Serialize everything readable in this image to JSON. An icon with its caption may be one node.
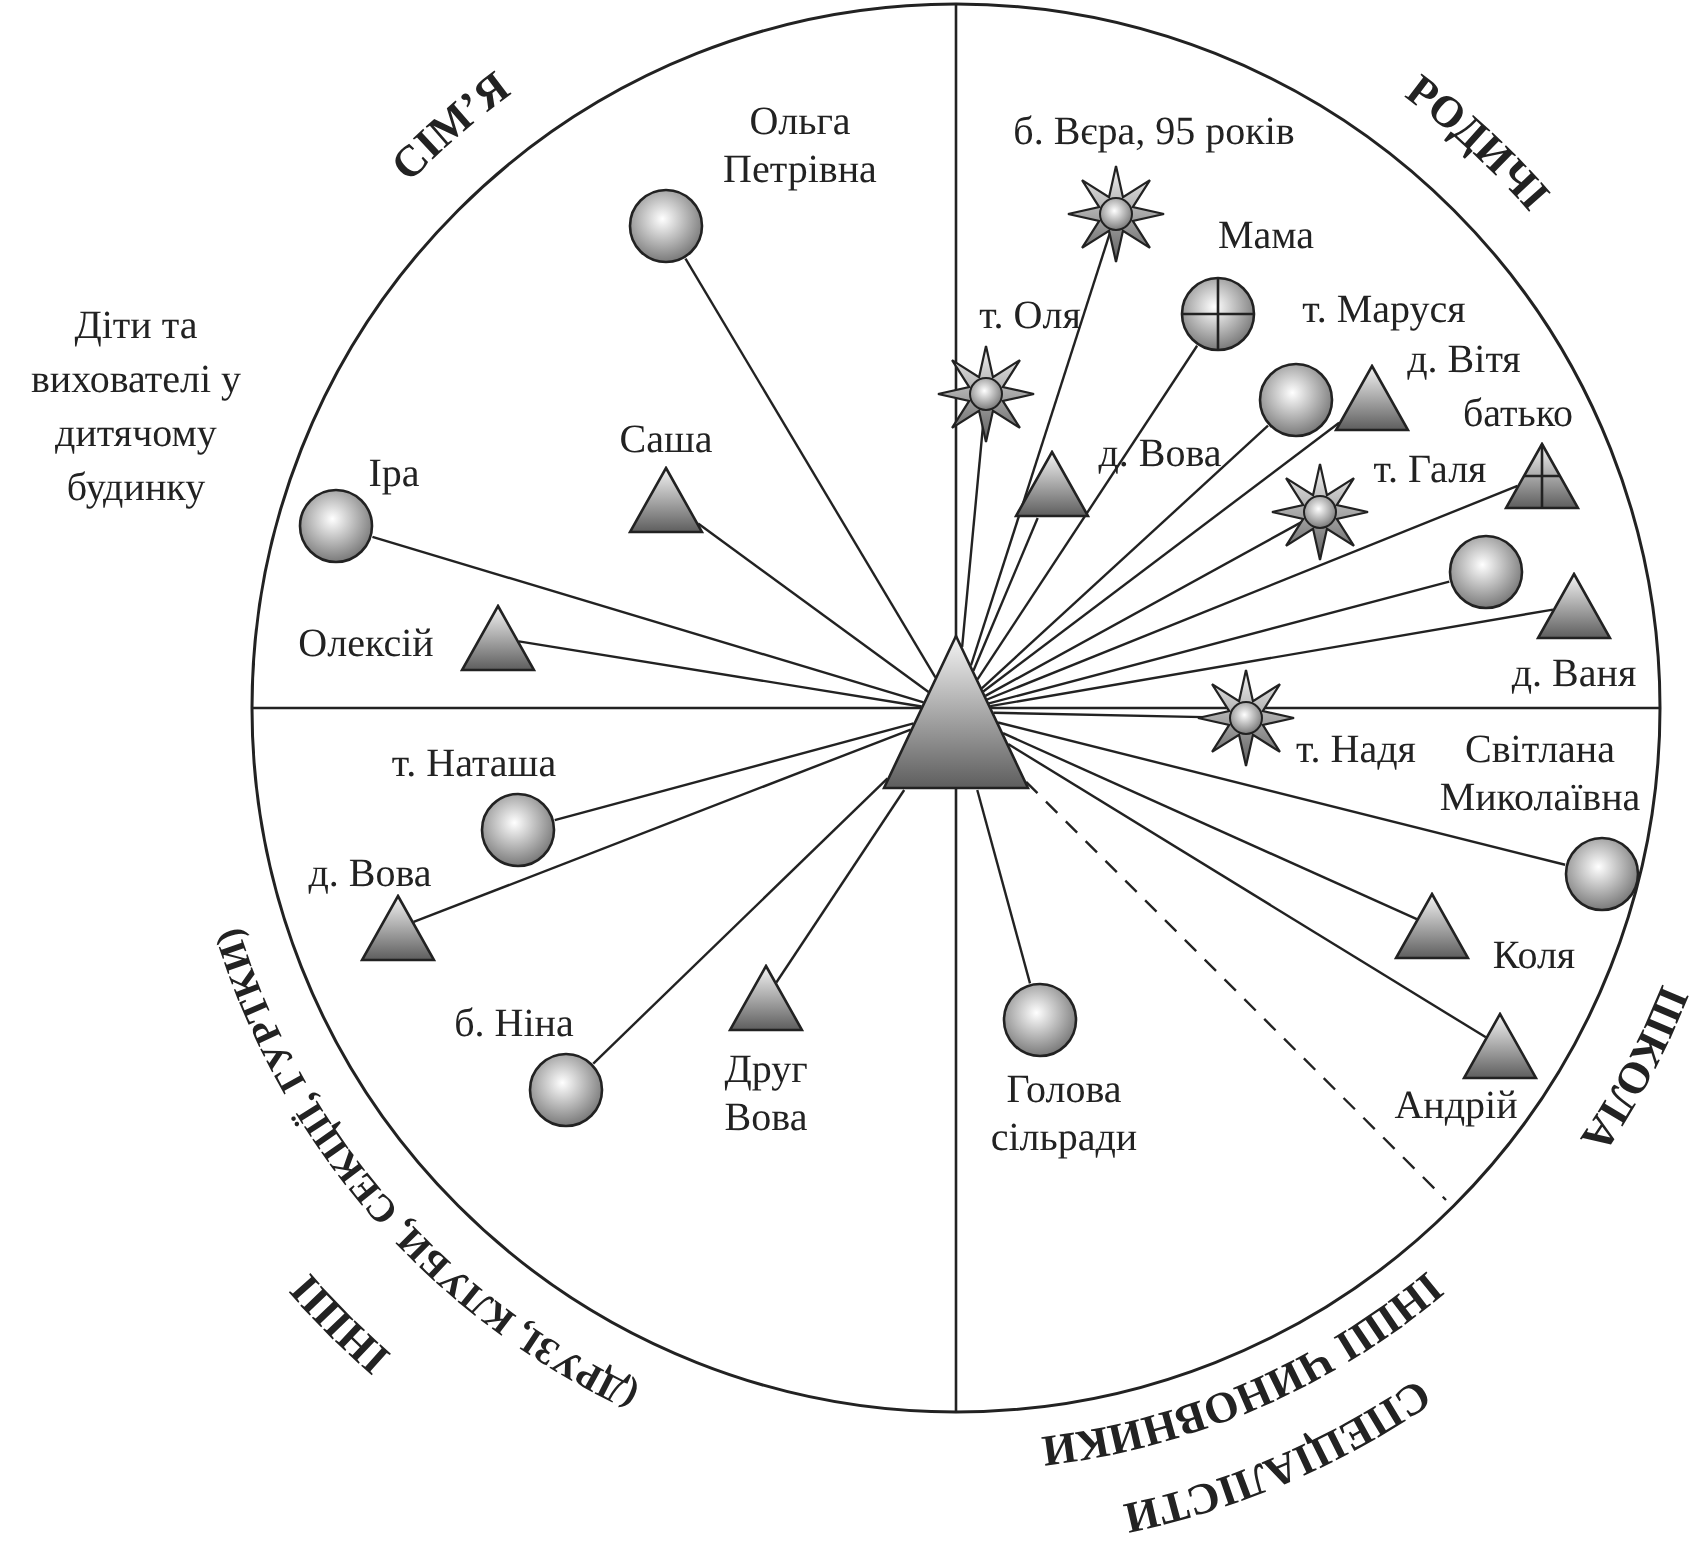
{
  "diagram": {
    "nodes": [
      {
        "text": [],
        "shape": "triangle"
      },
      {
        "text": [],
        "shape": "circle",
        "beside": [
          "Ольга Петрівна"
        ]
      },
      {
        "text": [],
        "shape": "triangle",
        "beside": [
          "Саша"
        ]
      },
      {
        "text": [],
        "shape": "circle",
        "beside": [
          "Іра"
        ]
      },
      {
        "text": [],
        "shape": "triangle",
        "beside": [
          "Олексій"
        ]
      },
      {
        "text": [],
        "shape": "star",
        "beside": [
          "б. Вєра, 95 років"
        ]
      },
      {
        "text": [],
        "shape": "star",
        "beside": [
          "т. Оля"
        ]
      },
      {
        "text": [],
        "shape": "circle-cross",
        "beside": [
          "Мама"
        ]
      },
      {
        "text": [],
        "shape": "circle",
        "beside": [
          "т. Маруся"
        ]
      },
      {
        "text": [],
        "shape": "triangle",
        "beside": [
          "д. Вітя"
        ]
      },
      {
        "text": [],
        "shape": "triangle",
        "beside": [
          "д. Вова"
        ]
      },
      {
        "text": [],
        "shape": "triangle-cross",
        "beside": [
          "батько"
        ]
      },
      {
        "text": [],
        "shape": "star",
        "beside": [
          "т. Галя"
        ]
      },
      {
        "text": [],
        "shape": "circle"
      },
      {
        "text": [],
        "shape": "triangle",
        "beside": [
          "д. Ваня"
        ]
      },
      {
        "text": [],
        "shape": "star",
        "beside": [
          "т. Надя"
        ]
      },
      {
        "text": [],
        "shape": "circle",
        "beside": [
          "Світлана Миколаївна"
        ]
      },
      {
        "text": [],
        "shape": "triangle",
        "beside": [
          "Коля"
        ]
      },
      {
        "text": [],
        "shape": "triangle",
        "beside": [
          "Андрій"
        ]
      },
      {
        "text": [],
        "shape": "circle",
        "beside": [
          "Голова сільради"
        ]
      },
      {
        "text": [],
        "shape": "circle",
        "beside": [
          "т. Наташа"
        ]
      },
      {
        "text": [],
        "shape": "triangle",
        "beside": [
          "д. Вова"
        ]
      },
      {
        "text": [],
        "shape": "circle",
        "beside": [
          "б. Ніна"
        ]
      },
      {
        "text": [],
        "shape": "triangle",
        "beside": [
          "Друг Вова"
        ]
      }
    ],
    "edges": [
      {
        "from": 0,
        "to": 1,
        "arrow": "none"
      },
      {
        "from": 0,
        "to": 2,
        "arrow": "none"
      },
      {
        "from": 0,
        "to": 3,
        "arrow": "none"
      },
      {
        "from": 0,
        "to": 4,
        "arrow": "none"
      },
      {
        "from": 0,
        "to": 5,
        "arrow": "none"
      },
      {
        "from": 0,
        "to": 6,
        "arrow": "none"
      },
      {
        "from": 0,
        "to": 7,
        "arrow": "none"
      },
      {
        "from": 0,
        "to": 8,
        "arrow": "none"
      },
      {
        "from": 0,
        "to": 9,
        "arrow": "none"
      },
      {
        "from": 0,
        "to": 10,
        "arrow": "none"
      },
      {
        "from": 0,
        "to": 11,
        "arrow": "none"
      },
      {
        "from": 0,
        "to": 12,
        "arrow": "none"
      },
      {
        "from": 0,
        "to": 13,
        "arrow": "none"
      },
      {
        "from": 0,
        "to": 14,
        "arrow": "none"
      },
      {
        "from": 0,
        "to": 15,
        "arrow": "none"
      },
      {
        "from": 0,
        "to": 16,
        "arrow": "none"
      },
      {
        "from": 0,
        "to": 17,
        "arrow": "none"
      },
      {
        "from": 0,
        "to": 18,
        "arrow": "none"
      },
      {
        "from": 0,
        "to": 19,
        "arrow": "none"
      },
      {
        "from": 0,
        "to": 20,
        "arrow": "none"
      },
      {
        "from": 0,
        "to": 21,
        "arrow": "none"
      },
      {
        "from": 0,
        "to": 22,
        "arrow": "none"
      },
      {
        "from": 0,
        "to": 23,
        "arrow": "none"
      },
      {
        "from": 0,
        "to": null,
        "arrow": "none",
        "style": "dashed"
      }
    ],
    "labels": [
      "Діти та вихователі у дитячому будинку",
      "СІМ’Я",
      "РОДИЧІ",
      "ШКОЛА",
      "СПЕЦІАЛІСТИ",
      "ІНШІ ЧИНОВНИКИ",
      "ІНШІ",
      "(ДРУЗІ, КЛУБИ, СЕКЦІЇ, ГУРТКИ)"
    ]
  }
}
